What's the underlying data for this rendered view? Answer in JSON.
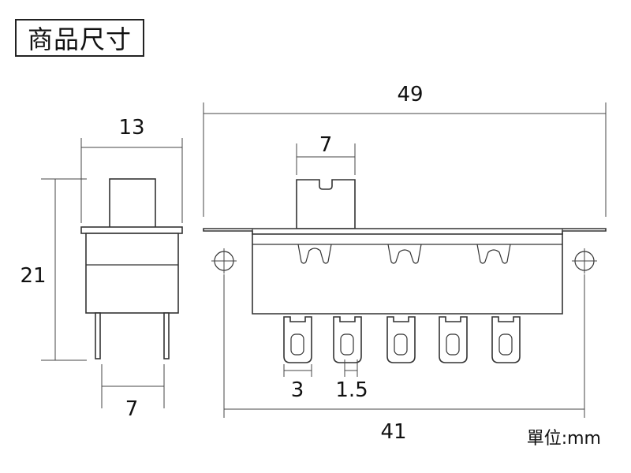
{
  "title": "商品尺寸",
  "unit_label": "單位:mm",
  "dimensions": {
    "overall_length": "49",
    "actuator_width": "7",
    "side_width": "13",
    "height": "21",
    "pin_spacing_side": "7",
    "terminal_width": "3",
    "terminal_gap": "1.5",
    "hole_spacing": "41"
  },
  "colors": {
    "line": "#333333",
    "text": "#111111",
    "background": "#ffffff"
  }
}
